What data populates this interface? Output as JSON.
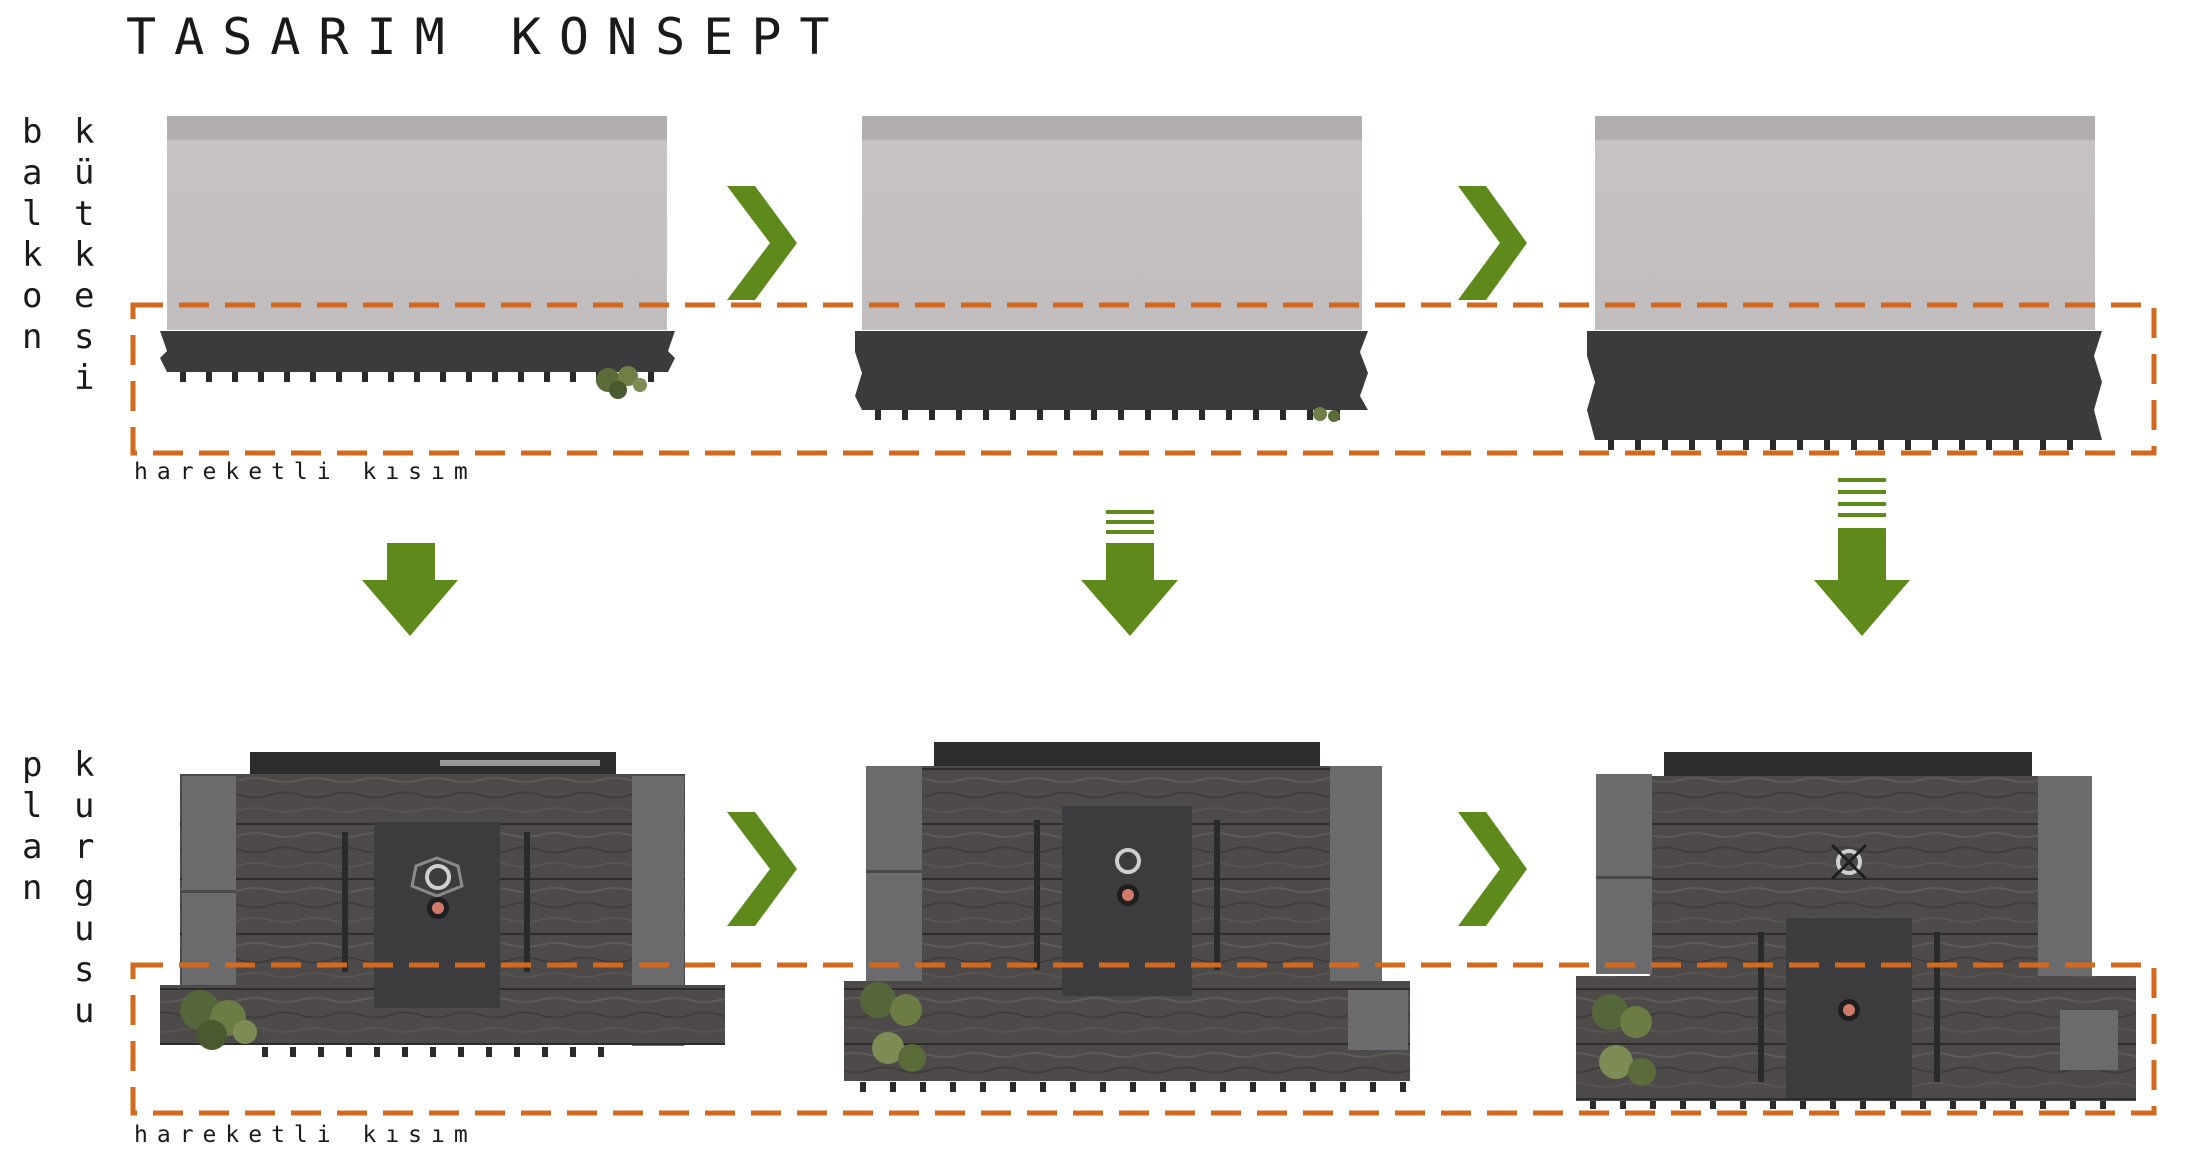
{
  "title": "TASARIM KONSEPT",
  "labels": {
    "balkon": "balkon",
    "kutkesi": "kütkesi",
    "plan": "plan",
    "kurgusu": "kurgusu"
  },
  "captions": {
    "top": "hareketli kısım",
    "bottom": "hareketli kısım"
  },
  "colors": {
    "accent_green": "#5e8a1c",
    "dashed_orange": "#d2691e",
    "concrete": "#c4c0c2",
    "dark_panel": "#3c3c3e",
    "wood": "#4f4c4b",
    "counter": "#6b6b6d"
  },
  "icons": [
    "chevron-right-icon",
    "down-arrow-icon",
    "plant-icon",
    "burner-icon"
  ]
}
